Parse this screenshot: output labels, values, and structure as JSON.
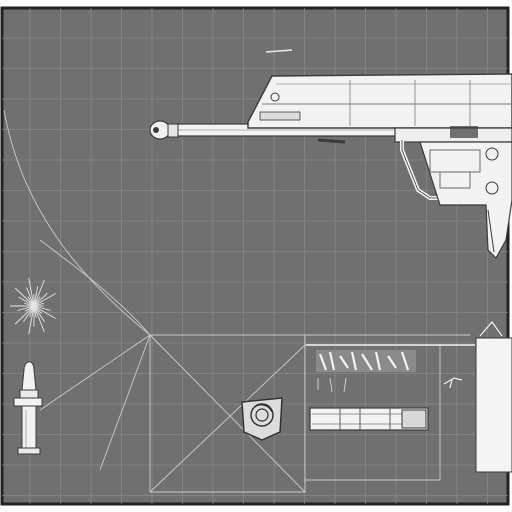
{
  "palette": {
    "paper": "#ffffff",
    "board": "#707070",
    "grid": "#8a8a8a",
    "ink": "#f2f2f2",
    "ink_dark": "#3a3a3a",
    "shadow": "#5a5a5a"
  },
  "subjects": [
    "pistol-drawing",
    "bullet-cartridge-drawing",
    "starburst-sketch",
    "rose-emblem-sketch",
    "suppressor-sketch",
    "construction-lines"
  ]
}
